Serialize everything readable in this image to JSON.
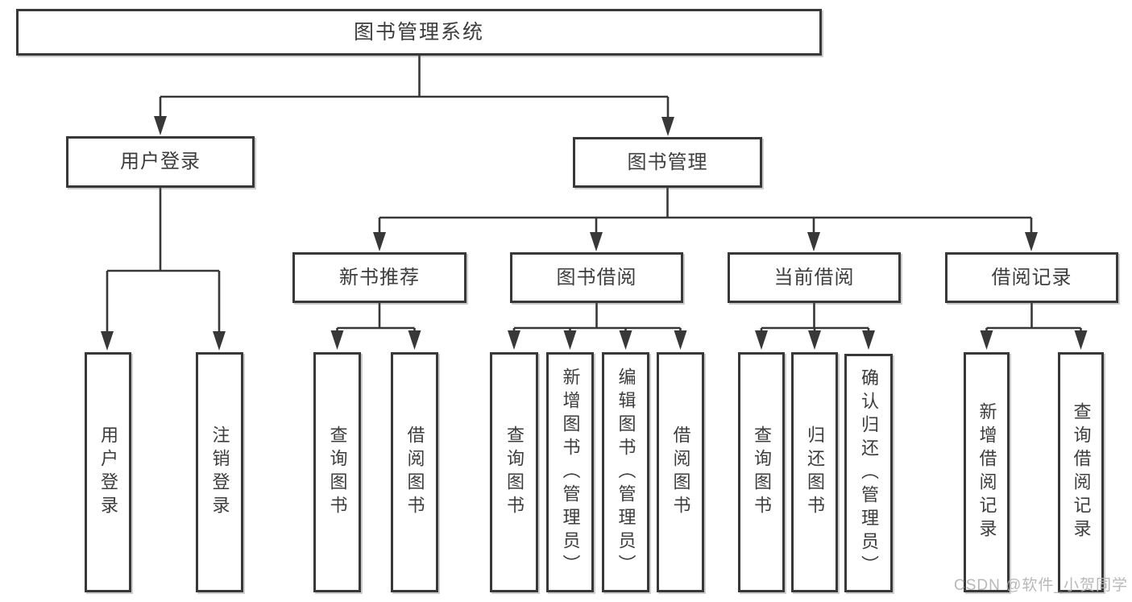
{
  "diagram_title": "图书管理系统",
  "tree": {
    "label": "图书管理系统",
    "children": [
      {
        "label": "用户登录",
        "children": [
          {
            "label": "用户登录"
          },
          {
            "label": "注销登录"
          }
        ]
      },
      {
        "label": "图书管理",
        "children": [
          {
            "label": "新书推荐",
            "children": [
              {
                "label": "查询图书"
              },
              {
                "label": "借阅图书"
              }
            ]
          },
          {
            "label": "图书借阅",
            "children": [
              {
                "label": "查询图书"
              },
              {
                "label": "新增图书（管理员）"
              },
              {
                "label": "编辑图书（管理员）"
              },
              {
                "label": "借阅图书"
              }
            ]
          },
          {
            "label": "当前借阅",
            "children": [
              {
                "label": "查询图书"
              },
              {
                "label": "归还图书"
              },
              {
                "label": "确认归还（管理员）"
              }
            ]
          },
          {
            "label": "借阅记录",
            "children": [
              {
                "label": "新增借阅记录"
              },
              {
                "label": "查询借阅记录"
              }
            ]
          }
        ]
      }
    ]
  },
  "watermark": {
    "text": "CSDN @软件_小贺同学"
  },
  "colors": {
    "line": "#383838",
    "text": "#3d3d3d",
    "watermark": "#b2b2b2"
  }
}
